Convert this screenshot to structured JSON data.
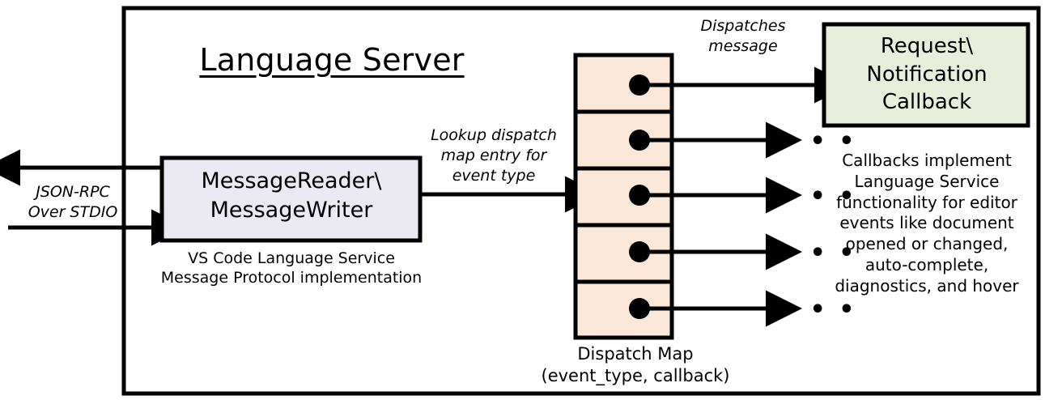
{
  "diagram": {
    "title": "Language Server",
    "outer_frame": {
      "name": "language-server-boundary"
    },
    "message_io": {
      "box_label": "MessageReader\\\nMessageWriter",
      "box_fill": "#ebe9f2",
      "caption": "VS Code Language Service\nMessage Protocol implementation",
      "transport_label": "JSON-RPC\nOver STDIO"
    },
    "dispatch": {
      "edge_label": "Lookup dispatch\nmap entry for\nevent type",
      "map_fill": "#fce8d9",
      "caption": "Dispatch Map\n(event_type, callback)",
      "rows": [
        {
          "index": 1,
          "has_entry": true,
          "target": "callback"
        },
        {
          "index": 2,
          "has_entry": true,
          "target": "ellipsis"
        },
        {
          "index": 3,
          "has_entry": true,
          "target": "ellipsis"
        },
        {
          "index": 4,
          "has_entry": true,
          "target": "ellipsis"
        },
        {
          "index": 5,
          "has_entry": true,
          "target": "ellipsis"
        }
      ],
      "ellipsis_glyph": "• • •"
    },
    "callback": {
      "edge_label": "Dispatches\nmessage",
      "box_label": "Request\\\nNotification\nCallback",
      "box_fill": "#e8eedc",
      "caption": "Callbacks implement\nLanguage Service\nfunctionality for editor\nevents like document\nopened or changed,\nauto-complete,\ndiagnostics, and hover"
    },
    "colors": {
      "stroke": "#000000",
      "background": "#ffffff"
    }
  }
}
